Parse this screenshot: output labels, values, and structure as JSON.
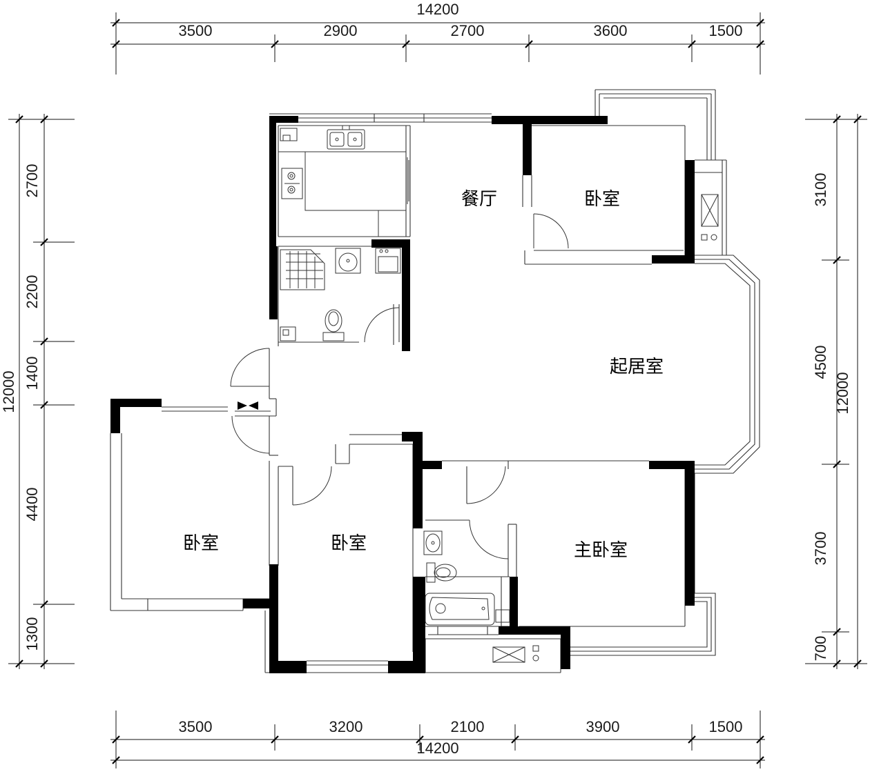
{
  "dimensions": {
    "top_total": "14200",
    "top_segments": [
      "3500",
      "2900",
      "2700",
      "3600",
      "1500"
    ],
    "bottom_total": "14200",
    "bottom_segments": [
      "3500",
      "3200",
      "2100",
      "3900",
      "1500"
    ],
    "left_total": "12000",
    "left_segments": [
      "2700",
      "2200",
      "1400",
      "4400",
      "1300"
    ],
    "right_total": "12000",
    "right_segments": [
      "3100",
      "4500",
      "3700",
      "700"
    ]
  },
  "rooms": {
    "dining": "餐厅",
    "bedroom_north": "卧室",
    "living": "起居室",
    "bedroom_west": "卧室",
    "bedroom_middle": "卧室",
    "master_bedroom": "主卧室"
  }
}
